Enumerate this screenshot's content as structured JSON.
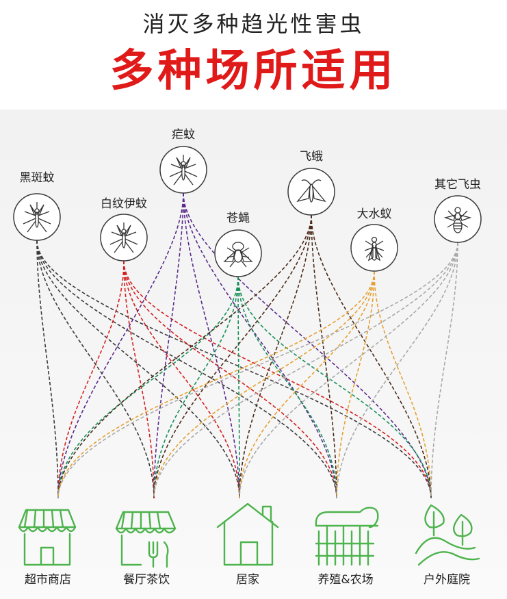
{
  "header": {
    "subtitle": "消灭多种趋光性害虫",
    "title": "多种场所适用"
  },
  "colors": {
    "title_red": "#e01919",
    "venue_green": "#4db34d",
    "black_mosquito": "#3a3a3a",
    "white_mosquito": "#d41f1f",
    "malaria_mosquito": "#5a2a8a",
    "housefly": "#15905a",
    "moth": "#4a2a1a",
    "midge": "#e5a030",
    "other": "#a8a8a8"
  },
  "insects": [
    {
      "id": "black-mosquito",
      "label": "黑斑蚊",
      "icon": "mosquito-icon",
      "color": "#3a3a3a"
    },
    {
      "id": "white-mosquito",
      "label": "白纹伊蚊",
      "icon": "mosquito-icon",
      "color": "#d41f1f"
    },
    {
      "id": "malaria-mosquito",
      "label": "疟蚊",
      "icon": "mosquito-icon",
      "color": "#5a2a8a"
    },
    {
      "id": "housefly",
      "label": "苍蝇",
      "icon": "fly-icon",
      "color": "#15905a"
    },
    {
      "id": "moth",
      "label": "飞蛾",
      "icon": "moth-icon",
      "color": "#4a2a1a"
    },
    {
      "id": "midge",
      "label": "大水蚁",
      "icon": "winged-ant-icon",
      "color": "#e5a030"
    },
    {
      "id": "other",
      "label": "其它飞虫",
      "icon": "wasp-icon",
      "color": "#a8a8a8"
    }
  ],
  "venues": [
    {
      "id": "supermarket",
      "label": "超市商店",
      "icon": "shop-icon"
    },
    {
      "id": "restaurant",
      "label": "餐厅茶饮",
      "icon": "restaurant-icon"
    },
    {
      "id": "home",
      "label": "居家",
      "icon": "house-icon"
    },
    {
      "id": "farm",
      "label": "养殖&农场",
      "icon": "farm-icon"
    },
    {
      "id": "outdoor",
      "label": "户外庭院",
      "icon": "tree-icon"
    }
  ]
}
